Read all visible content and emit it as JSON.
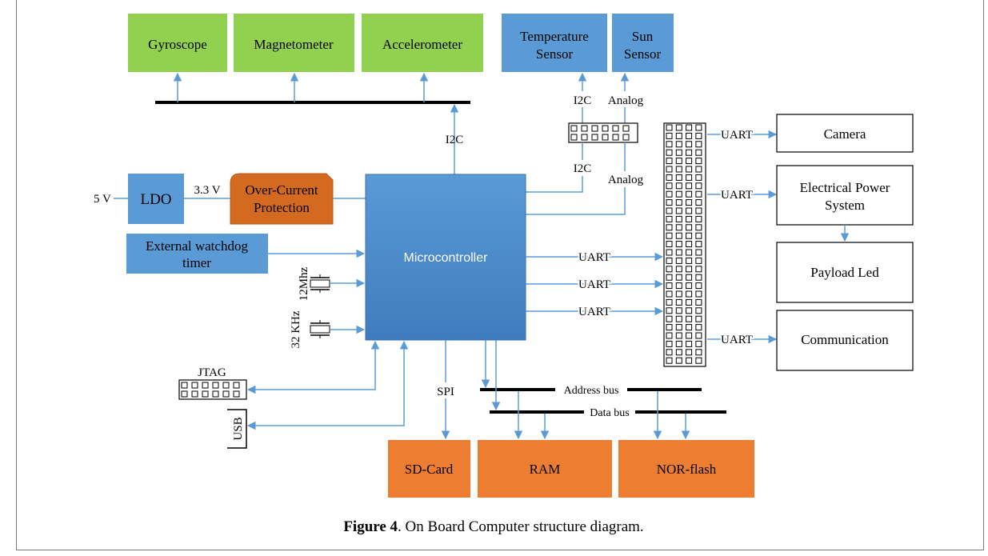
{
  "sensors": {
    "gyroscope": "Gyroscope",
    "magnetometer": "Magnetometer",
    "accelerometer": "Accelerometer",
    "temperature_line1": "Temperature",
    "temperature_line2": "Sensor",
    "sun_line1": "Sun",
    "sun_line2": "Sensor"
  },
  "power": {
    "input_voltage": "5 V",
    "ldo": "LDO",
    "rail_voltage": "3.3 V",
    "ocp_line1": "Over-Current",
    "ocp_line2": "Protection"
  },
  "watchdog": {
    "line1": "External watchdog",
    "line2": "timer"
  },
  "mcu": {
    "label": "Microcontroller"
  },
  "crystals": {
    "fast": "12Mhz",
    "slow": "32 KHz"
  },
  "connectors": {
    "jtag": "JTAG",
    "usb": "USB"
  },
  "bus_labels": {
    "i2c_main": "I2C",
    "i2c_temp_upper": "I2C",
    "i2c_temp_lower": "I2C",
    "analog_upper": "Analog",
    "analog_lower": "Analog",
    "spi": "SPI",
    "address_bus": "Address bus",
    "data_bus": "Data bus",
    "uart_mcu_1": "UART",
    "uart_mcu_2": "UART",
    "uart_mcu_3": "UART",
    "uart_camera": "UART",
    "uart_eps": "UART",
    "uart_comm": "UART"
  },
  "memory": {
    "sdcard": "SD-Card",
    "ram": "RAM",
    "norflash": "NOR-flash"
  },
  "peripherals": {
    "camera": "Camera",
    "eps_line1": "Electrical Power",
    "eps_line2": "System",
    "payload": "Payload Led",
    "communication": "Communication"
  },
  "caption": {
    "figure": "Figure 4",
    "text": ". On Board Computer structure diagram."
  },
  "colors": {
    "sensor_green": "#92d050",
    "module_blue": "#5b9bd5",
    "memory_orange": "#ed7d31",
    "ocp_orange": "#d46a1f",
    "arrow_blue": "#5b9bd5"
  }
}
